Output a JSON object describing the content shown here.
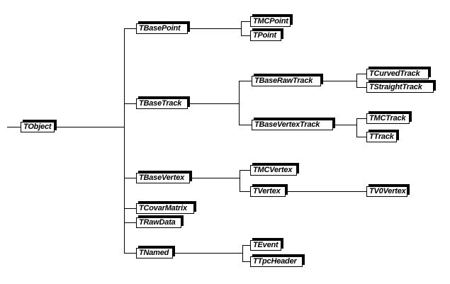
{
  "diagram": {
    "type": "class-inheritance-tree",
    "colors": {
      "background": "#ffffff",
      "box_fill": "#ffffff",
      "box_border": "#000000",
      "box_shadow": "#000000",
      "line": "#000000",
      "text": "#000000"
    },
    "nodes": {
      "tobject": {
        "label": "TObject"
      },
      "tbasepoint": {
        "label": "TBasePoint"
      },
      "tmcpoint": {
        "label": "TMCPoint"
      },
      "tpoint": {
        "label": "TPoint"
      },
      "tbasetrack": {
        "label": "TBaseTrack"
      },
      "tbaserawtrack": {
        "label": "TBaseRawTrack"
      },
      "tcurvedtrack": {
        "label": "TCurvedTrack"
      },
      "tstraighttrack": {
        "label": "TStraightTrack"
      },
      "tbasevertextrack": {
        "label": "TBaseVertexTrack"
      },
      "tmctrack": {
        "label": "TMCTrack"
      },
      "ttrack": {
        "label": "TTrack"
      },
      "tbasevertex": {
        "label": "TBaseVertex"
      },
      "tmcvertex": {
        "label": "TMCVertex"
      },
      "tvertex": {
        "label": "TVertex"
      },
      "tv0vertex": {
        "label": "TV0Vertex"
      },
      "tcovarmatrix": {
        "label": "TCovarMatrix"
      },
      "trawdata": {
        "label": "TRawData"
      },
      "tnamed": {
        "label": "TNamed"
      },
      "tevent": {
        "label": "TEvent"
      },
      "ttpcheader": {
        "label": "TTpcHeader"
      }
    },
    "hierarchy": {
      "TObject": [
        "TBasePoint",
        "TBaseTrack",
        "TBaseVertex",
        "TCovarMatrix",
        "TRawData",
        "TNamed"
      ],
      "TBasePoint": [
        "TMCPoint",
        "TPoint"
      ],
      "TBaseTrack": [
        "TBaseRawTrack",
        "TBaseVertexTrack"
      ],
      "TBaseRawTrack": [
        "TCurvedTrack",
        "TStraightTrack"
      ],
      "TBaseVertexTrack": [
        "TMCTrack",
        "TTrack"
      ],
      "TBaseVertex": [
        "TMCVertex",
        "TVertex"
      ],
      "TVertex": [
        "TV0Vertex"
      ],
      "TNamed": [
        "TEvent",
        "TTpcHeader"
      ]
    }
  }
}
